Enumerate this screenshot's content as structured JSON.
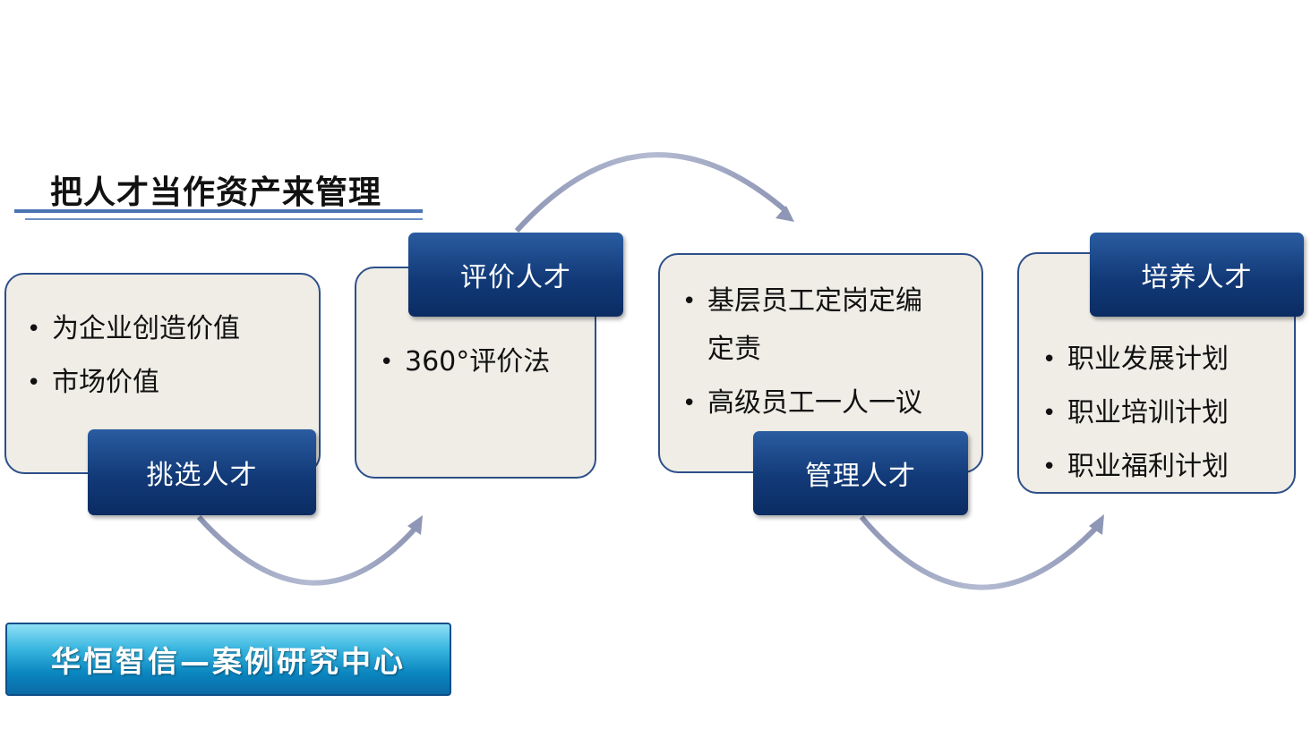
{
  "title": "把人才当作资产来管理",
  "stages": [
    {
      "label": "挑选人才",
      "items": [
        "为企业创造价值",
        "市场价值"
      ]
    },
    {
      "label": "评价人才",
      "items": [
        "360°评价法"
      ]
    },
    {
      "label": "管理人才",
      "items": [
        "基层员工定岗定编",
        "定责",
        "高级员工一人一议"
      ]
    },
    {
      "label": "培养人才",
      "items": [
        "职业发展计划",
        "职业培训计划",
        "职业福利计划"
      ]
    }
  ],
  "footer": "华恒智信—案例研究中心",
  "colors": {
    "label_bg": "#123a78",
    "card_bg": "#efede6",
    "card_border": "#2d4f8a",
    "arrow": "#9ea7c4",
    "footer_bg": "#2aa7d8"
  }
}
